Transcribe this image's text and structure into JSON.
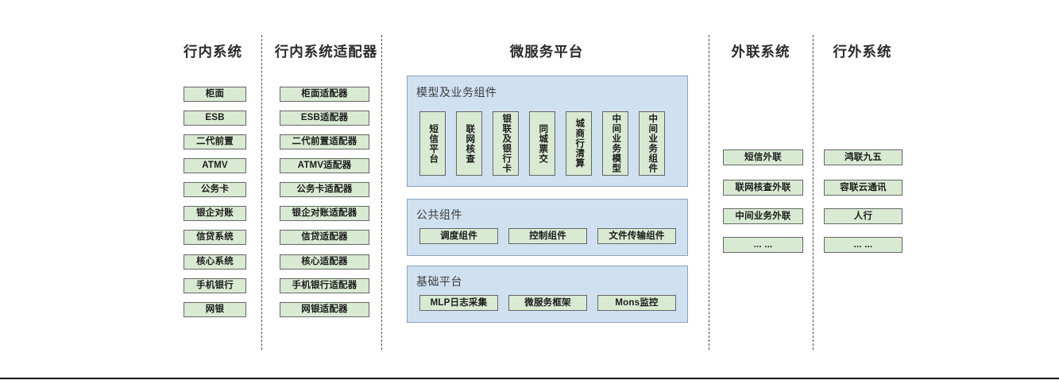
{
  "columns": {
    "internal_systems": {
      "title": "行内系统",
      "items": [
        "柜面",
        "ESB",
        "二代前置",
        "ATMV",
        "公务卡",
        "银企对账",
        "信贷系统",
        "核心系统",
        "手机银行",
        "网银"
      ]
    },
    "internal_adapters": {
      "title": "行内系统适配器",
      "items": [
        "柜面适配器",
        "ESB适配器",
        "二代前置适配器",
        "ATMV适配器",
        "公务卡适配器",
        "银企对账适配器",
        "信贷适配器",
        "核心适配器",
        "手机银行适配器",
        "网银适配器"
      ]
    },
    "microservice_platform": {
      "title": "微服务平台",
      "sections": [
        {
          "name": "模型及业务组件",
          "items": [
            "短信平台",
            "联网核查",
            "银联及银行卡",
            "同城票交",
            "城商行清算",
            "中间业务模型",
            "中间业务组件"
          ]
        },
        {
          "name": "公共组件",
          "items": [
            "调度组件",
            "控制组件",
            "文件传输组件"
          ]
        },
        {
          "name": "基础平台",
          "items": [
            "MLP日志采集",
            "微服务框架",
            "Mons监控"
          ]
        }
      ]
    },
    "external_liaison": {
      "title": "外联系统",
      "items": [
        "短信外联",
        "联网核查外联",
        "中间业务外联",
        "... ..."
      ]
    },
    "outside_systems": {
      "title": "行外系统",
      "items": [
        "鸿联九五",
        "容联云通讯",
        "人行",
        "... ..."
      ]
    }
  },
  "colors": {
    "box_fill": "#d9ead3",
    "box_border": "#666666",
    "panel_fill": "#cfe0f1",
    "panel_border": "#8aa4c0",
    "divider": "#4a4a4a",
    "title_text": "#2b2b2b"
  }
}
